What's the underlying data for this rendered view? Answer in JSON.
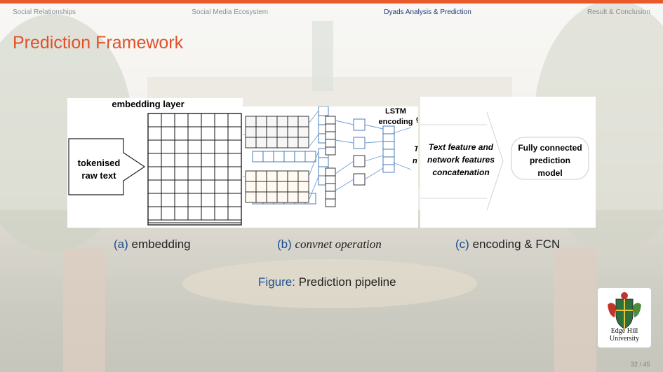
{
  "nav": {
    "items": [
      "Social Relationships",
      "Social Media Ecosystem",
      "Dyads Analysis & Prediction",
      "Result & Conclusion"
    ],
    "active_index": 2
  },
  "slide": {
    "title": "Prediction Framework"
  },
  "figure": {
    "panel_a": {
      "header": "embedding layer",
      "input_line1": "tokenised",
      "input_line2": "raw text"
    },
    "panel_b": {
      "lstm_line1": "LSTM",
      "lstm_line2": "encoding",
      "clip1": "g",
      "clip2": "T",
      "clip3": "n"
    },
    "panel_c": {
      "feat_line1": "Text feature and",
      "feat_line2": "network features",
      "feat_line3": "concatenation",
      "fcn_line1": "Fully connected",
      "fcn_line2": "prediction",
      "fcn_line3": "model"
    },
    "subcaptions": [
      {
        "label": "(a)",
        "text": "embedding"
      },
      {
        "label": "(b)",
        "text": "convnet operation"
      },
      {
        "label": "(c)",
        "text": "encoding & FCN"
      }
    ],
    "caption_label": "Figure:",
    "caption_text": "Prediction pipeline"
  },
  "logo": {
    "line1": "Edge Hill",
    "line2": "University"
  },
  "page": "32 / 45",
  "colors": {
    "accent": "#e85a2a",
    "title": "#e2502a",
    "label_blue": "#1e4d8f",
    "nav_active": "#1f3c7a"
  }
}
